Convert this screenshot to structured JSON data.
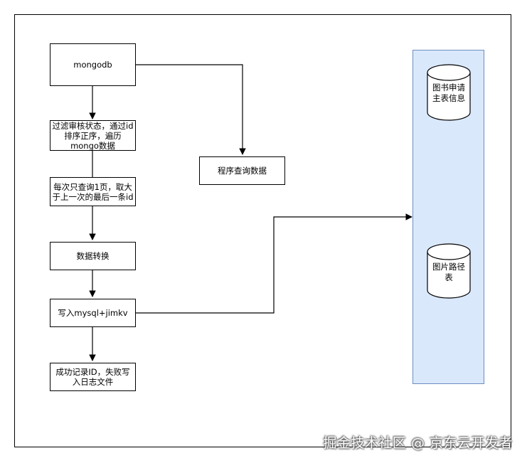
{
  "diagram": {
    "nodes": {
      "mongodb": "mongodb",
      "filter": "过滤审核状态，通过id\n排序正序，遍历\nmongo数据",
      "paging": "每次只查询1页，取大\n于上一次的最后一条id",
      "convert": "数据转换",
      "write": "写入mysql+jimkv",
      "result": "成功记录ID，失败写\n入日志文件",
      "query": "程序查询数据"
    },
    "storage": {
      "db1": "图书申请\n主表信息",
      "db2": "图片路径\n表"
    },
    "colors": {
      "panel_fill": "#dae8fc",
      "panel_border": "#6c8ebf",
      "line": "#000000"
    }
  },
  "watermark": "掘金技术社区 @ 京东云开发者"
}
